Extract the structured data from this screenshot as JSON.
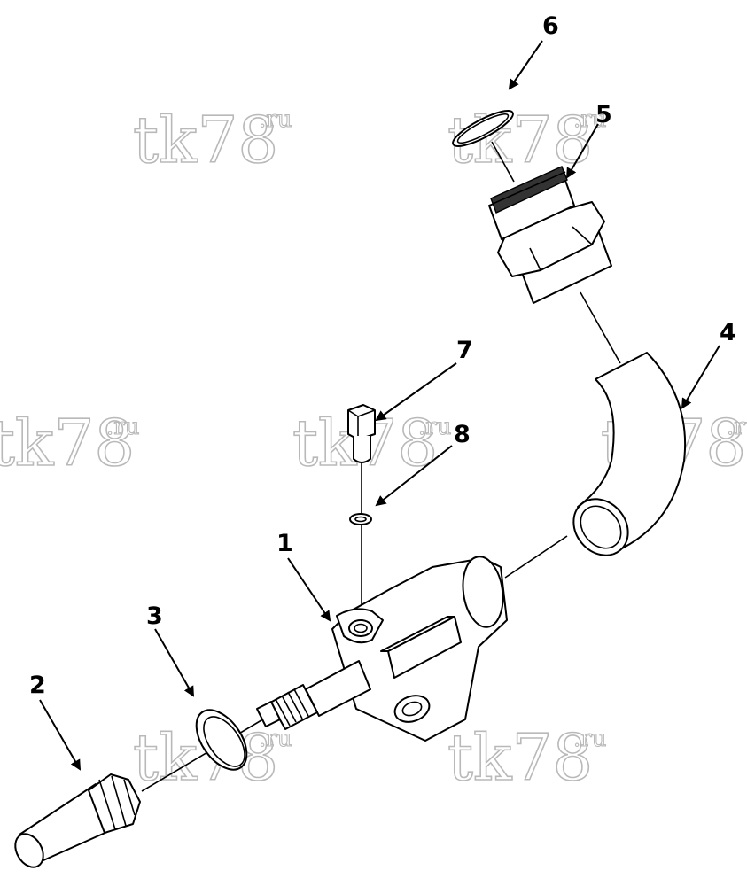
{
  "watermark": {
    "text": "tk78",
    "sup": ".ru"
  },
  "callouts": {
    "c1": "1",
    "c2": "2",
    "c3": "3",
    "c4": "4",
    "c5": "5",
    "c6": "6",
    "c7": "7",
    "c8": "8"
  }
}
